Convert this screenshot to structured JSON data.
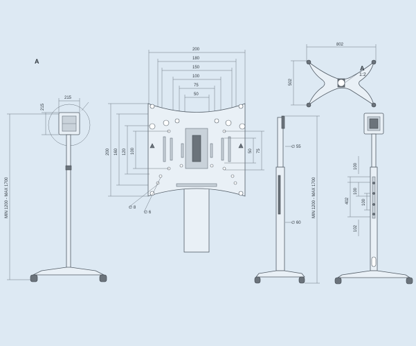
{
  "labels": {
    "view_a": "A",
    "detail_a": "A",
    "scale": "1:2",
    "dim_200": "200",
    "dim_180": "180",
    "dim_150": "150",
    "dim_100": "100",
    "dim_75": "75",
    "dim_50": "50",
    "dim_v200": "200",
    "dim_v160": "160",
    "dim_v120": "120",
    "dim_v100": "100",
    "dim_v50": "50",
    "dim_v75": "75",
    "dim_d8": "∅ 8",
    "dim_d6": "∅ 6",
    "dim_215_w": "215",
    "dim_215_h": "215",
    "dim_height_left": "MIN 1200 - MAX 1700",
    "dim_802": "802",
    "dim_502": "502",
    "dim_d55": "∅ 55",
    "dim_d60": "∅ 60",
    "dim_height_right": "MIN 1200 - MAX 1700",
    "dim_r100": "100",
    "dim_r402": "402",
    "dim_r100b": "100",
    "dim_r100c": "100",
    "dim_r102": "102"
  }
}
